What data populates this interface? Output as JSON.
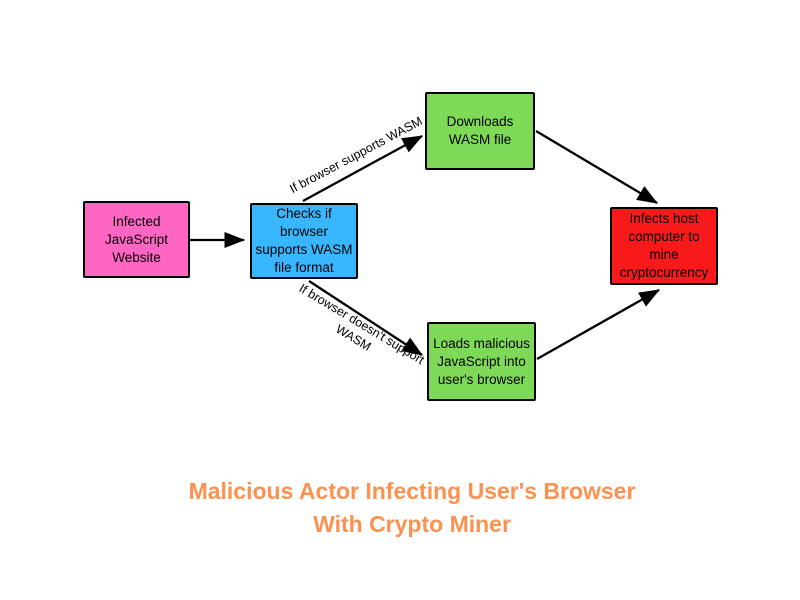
{
  "diagram": {
    "title": {
      "line1": "Malicious Actor Infecting User's Browser",
      "line2": "With Crypto Miner",
      "color": "#FC9150"
    },
    "nodes": [
      {
        "id": "infected-javascript-website",
        "label": "Infected JavaScript Website",
        "fill": "#FF66C4"
      },
      {
        "id": "checks-browser-wasm-support",
        "label": "Checks if browser supports WASM file format",
        "fill": "#38B6FF"
      },
      {
        "id": "downloads-wasm-file",
        "label": "Downloads WASM file",
        "fill": "#7ED957"
      },
      {
        "id": "loads-malicious-javascript",
        "label": "Loads malicious JavaScript into user's browser",
        "fill": "#7ED957"
      },
      {
        "id": "infects-host-computer",
        "label": "Infects host computer to mine cryptocurrency",
        "fill": "#F81A1A"
      }
    ],
    "edges": [
      {
        "from": "infected-javascript-website",
        "to": "checks-browser-wasm-support",
        "label": ""
      },
      {
        "from": "checks-browser-wasm-support",
        "to": "downloads-wasm-file",
        "label": "If browser supports WASM"
      },
      {
        "from": "checks-browser-wasm-support",
        "to": "loads-malicious-javascript",
        "label": "If browser doesn't support WASM"
      },
      {
        "from": "downloads-wasm-file",
        "to": "infects-host-computer",
        "label": ""
      },
      {
        "from": "loads-malicious-javascript",
        "to": "infects-host-computer",
        "label": ""
      }
    ],
    "edge_color": "#000000",
    "background": "#FFFFFF"
  }
}
